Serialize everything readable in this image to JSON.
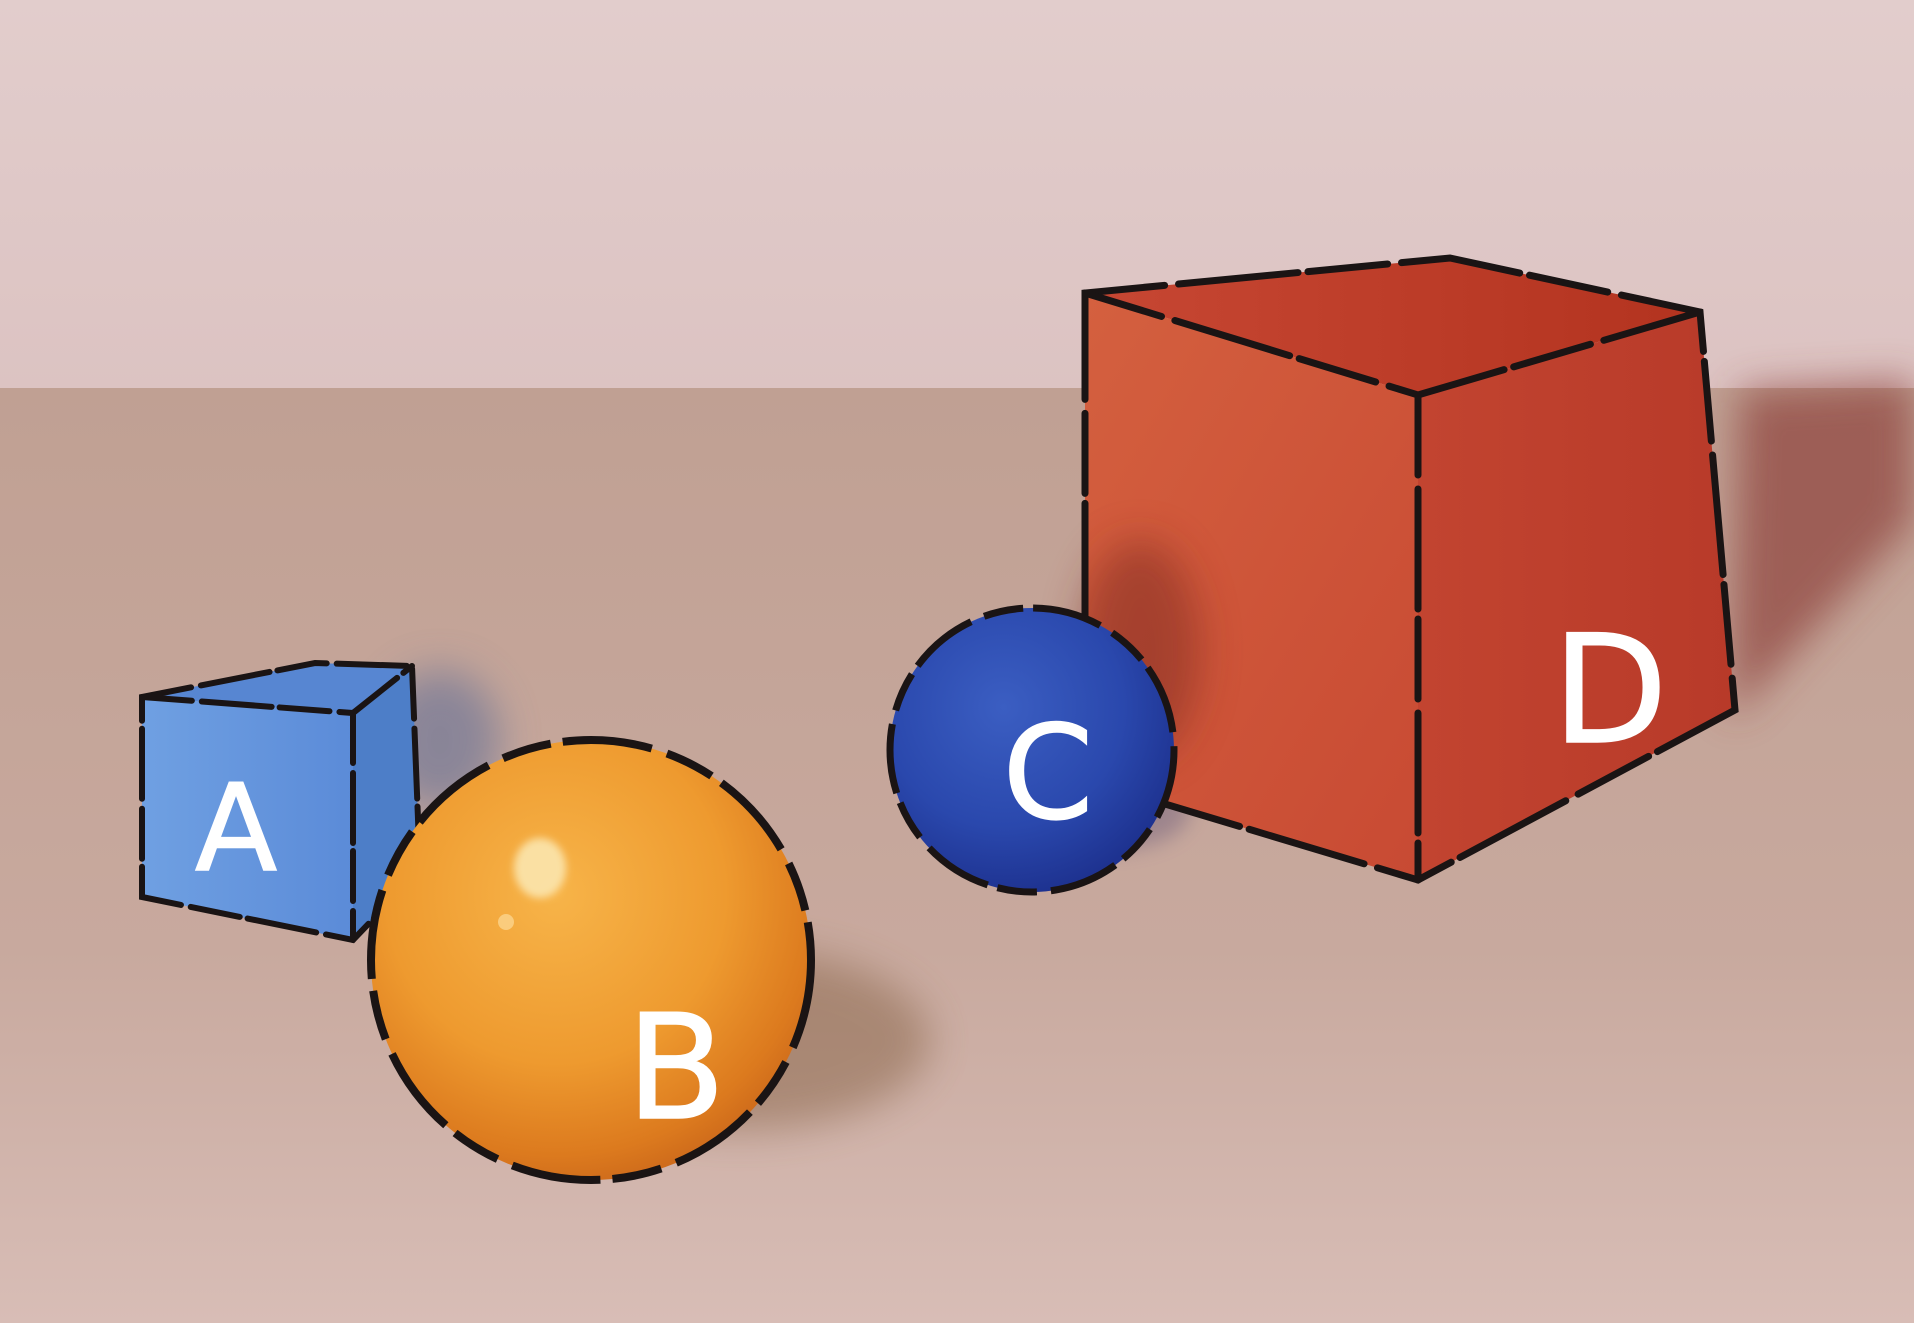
{
  "scene": {
    "background_wall_color": "#dfcaca",
    "floor_color": "#c8a89c",
    "outline_color": "#1a1414",
    "label_color": "#ffffff"
  },
  "objects": [
    {
      "id": "A",
      "shape": "cube",
      "color": "#6b9be0",
      "label": "A"
    },
    {
      "id": "B",
      "shape": "sphere",
      "color": "#f0a03a",
      "label": "B"
    },
    {
      "id": "C",
      "shape": "sphere",
      "color": "#2a45b0",
      "label": "C"
    },
    {
      "id": "D",
      "shape": "cube",
      "color": "#d4583a",
      "label": "D"
    }
  ]
}
